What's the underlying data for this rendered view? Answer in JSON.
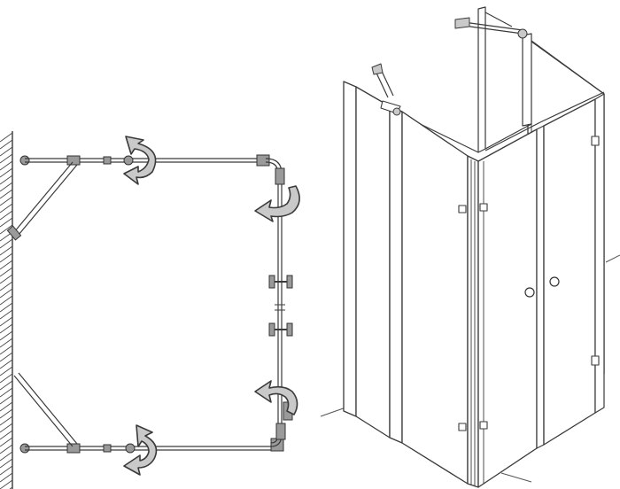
{
  "figure": {
    "views": [
      "plan-view",
      "isometric-view"
    ],
    "plan_view": {
      "corner_panel_count": 4,
      "pivot_arrow_count": 4,
      "center_handle_count": 2
    },
    "isometric_view": {
      "fixed_panel_count": 4,
      "door_panel_count": 2,
      "stabilizer_bar_count": 2,
      "knob_count": 2
    }
  },
  "colors": {
    "line": "#3a3a3a",
    "arrow_fill": "#c9c9c9",
    "wall_hatch": "#444444",
    "fitting": "#9a9a9a",
    "background": "#ffffff"
  }
}
